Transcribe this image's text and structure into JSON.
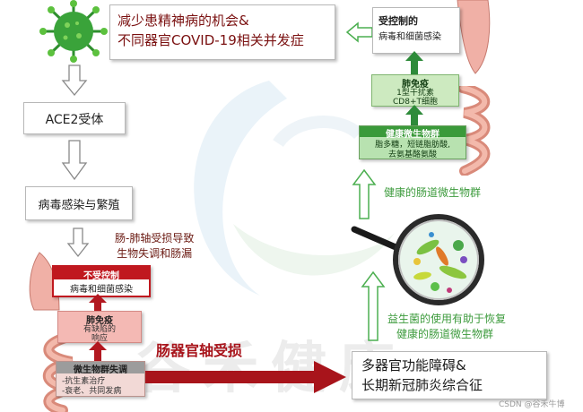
{
  "top_box": {
    "line1": "减少患精神病的机会&",
    "line2": "不同器官COVID-19相关并发症"
  },
  "left_flow": {
    "ace2": "ACE2受体",
    "infection": "病毒感染与繁殖",
    "gut_lung_label": {
      "line1": "肠-肺轴受损导致",
      "line2": "生物失调和肠漏"
    }
  },
  "left_stack": {
    "uncontrolled": {
      "title": "不受控制",
      "text": "病毒和细菌感染"
    },
    "lung_immunity": {
      "title": "肺免疫",
      "line1": "有缺陷的",
      "line2": "响应"
    },
    "microbiota_disorder": {
      "title": "微生物群失调",
      "line1": "-抗生素治疗",
      "line2": "-衰老、共同发病"
    }
  },
  "right_stack": {
    "controlled": {
      "title": "受控制的",
      "text": "病毒和细菌感染"
    },
    "lung_immunity": {
      "title": "肺免疫",
      "line1": "1型干扰素",
      "line2": "CD8+T细胞"
    },
    "healthy_microbiota": {
      "title": "健康微生物群",
      "line1": "脂多糖，短链脂肪酸,",
      "line2": "去氨基酪氨酸"
    }
  },
  "healthy_gut_label": "健康的肠道微生物群",
  "probiotics_label": {
    "line1": "益生菌的使用有助于恢复",
    "line2": "健康的肠道微生物群"
  },
  "gut_organ_axis": "肠器官轴受损",
  "bottom_box": {
    "line1": "多器官功能障碍&",
    "line2": "长期新冠肺炎综合征"
  },
  "watermark": "谷禾健康",
  "csdn_credit": "CSDN @谷禾牛博",
  "colors": {
    "red": "#a8141b",
    "green": "#3d9b3d",
    "dark_green": "#1f6b2a",
    "brown": "#6b1a12"
  }
}
